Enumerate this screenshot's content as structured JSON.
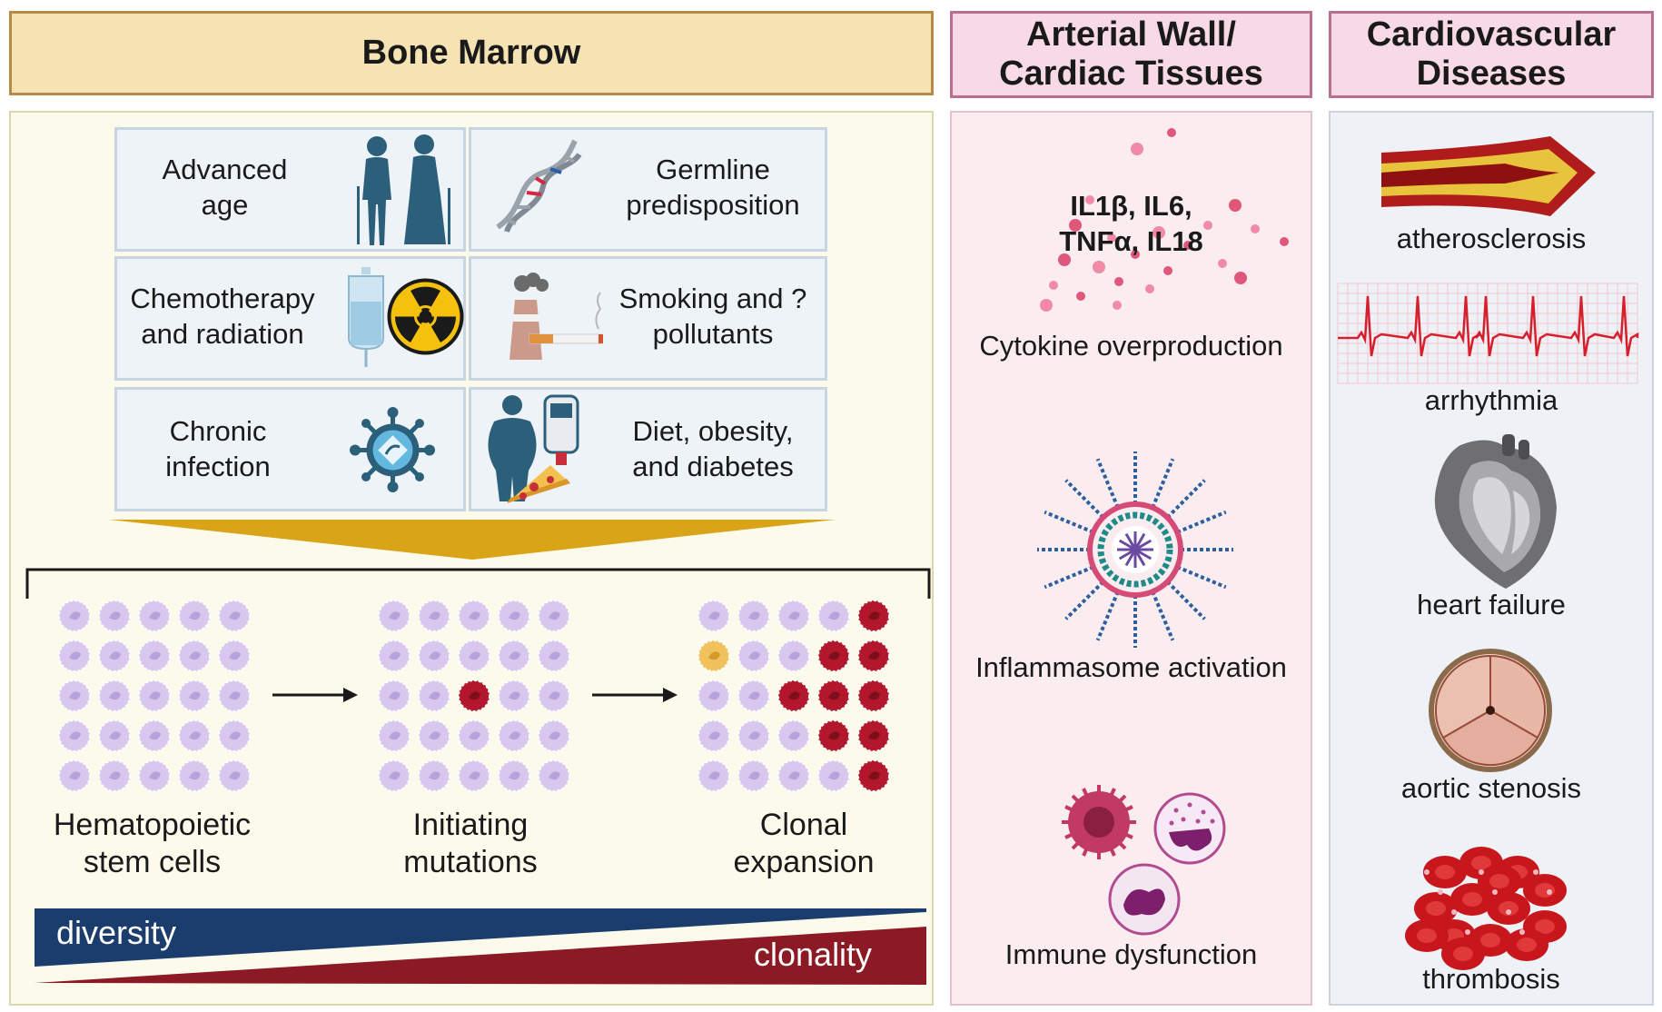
{
  "headers": {
    "bone_marrow": "Bone Marrow",
    "arterial_wall": "Arterial Wall/ Cardiac Tissues",
    "cardiovascular": "Cardiovascular Diseases"
  },
  "risk_factors": {
    "advanced_age": "Advanced age",
    "germline": "Germline predisposition",
    "chemo": "Chemotherapy and radiation",
    "smoking": "Smoking and ?pollutants",
    "infection": "Chronic infection",
    "diet": "Diet, obesity, and diabetes"
  },
  "stages": {
    "hsc": "Hematopoietic stem cells",
    "initiating": "Initiating mutations",
    "clonal": "Clonal expansion"
  },
  "gradient": {
    "diversity": "diversity",
    "clonality": "clonality"
  },
  "arterial": {
    "cytokines_line1": "IL1β, IL6,",
    "cytokines_line2": "TNFα, IL18",
    "cytokine_label": "Cytokine overproduction",
    "inflammasome_label": "Inflammasome activation",
    "immune_label": "Immune dysfunction"
  },
  "diseases": {
    "atherosclerosis": "atherosclerosis",
    "arrhythmia": "arrhythmia",
    "heart_failure": "heart failure",
    "aortic_stenosis": "aortic stenosis",
    "thrombosis": "thrombosis"
  },
  "colors": {
    "hsc_normal": "#d9c8ee",
    "mutant": "#b3172b",
    "other_clone": "#f1c15b",
    "diversity_bar": "#1a3d6e",
    "clonality_bar": "#8b1a24",
    "funnel": "#d9a417"
  }
}
